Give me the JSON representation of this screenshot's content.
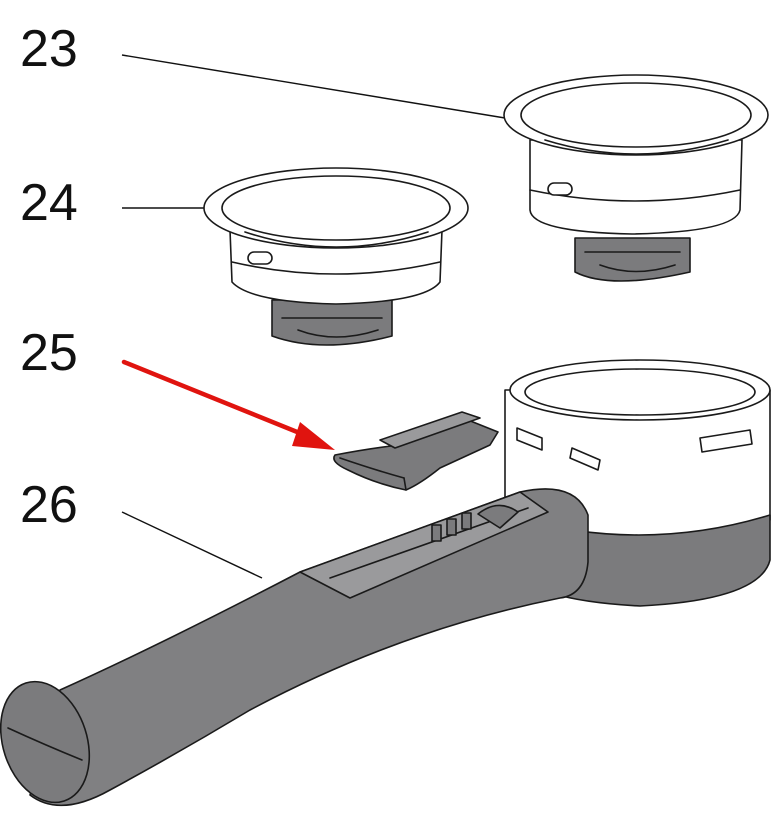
{
  "diagram": {
    "type": "exploded-parts-view",
    "callouts": [
      {
        "id": "23",
        "label": "23"
      },
      {
        "id": "24",
        "label": "24"
      },
      {
        "id": "25",
        "label": "25"
      },
      {
        "id": "26",
        "label": "26"
      }
    ],
    "highlight": {
      "target": "25",
      "color": "#e0140f"
    },
    "colors": {
      "outline": "#1a1a1a",
      "basket": "#ffffff",
      "dark_part": "#7b7b7d",
      "mid_part": "#9a9a9c",
      "handle": "#808082",
      "background": "#ffffff"
    }
  }
}
